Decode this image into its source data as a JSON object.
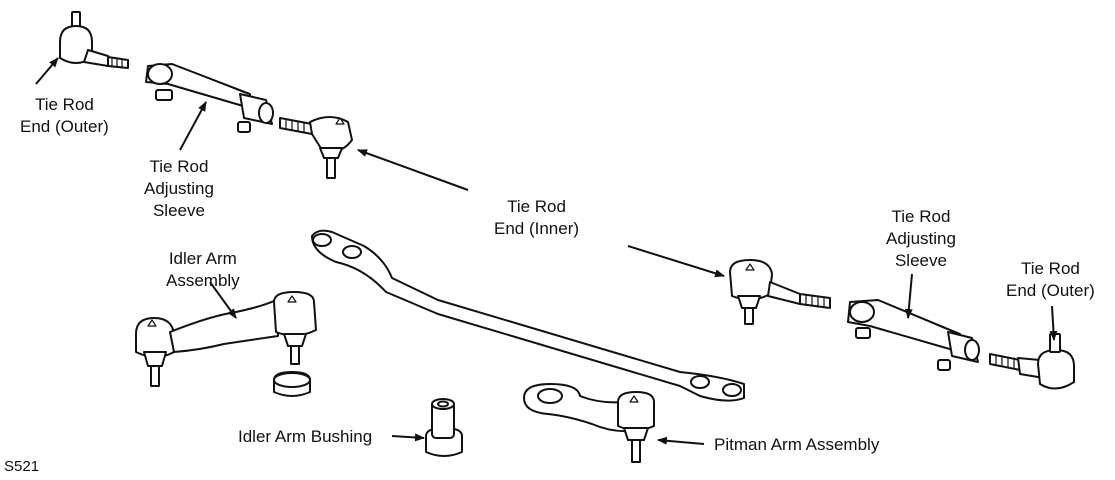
{
  "labels": {
    "tie_rod_end_outer_left": "Tie Rod\nEnd (Outer)",
    "tie_rod_adjusting_sleeve_left": "Tie Rod\nAdjusting\nSleeve",
    "tie_rod_end_inner": "Tie Rod\nEnd (Inner)",
    "tie_rod_adjusting_sleeve_right": "Tie Rod\nAdjusting\nSleeve",
    "tie_rod_end_outer_right": "Tie Rod\nEnd (Outer)",
    "idler_arm_assembly": "Idler Arm\nAssembly",
    "idler_arm_bushing": "Idler Arm Bushing",
    "pitman_arm_assembly": "Pitman Arm Assembly"
  },
  "figure_id": "S521",
  "colors": {
    "line": "#111111",
    "background": "#ffffff"
  }
}
